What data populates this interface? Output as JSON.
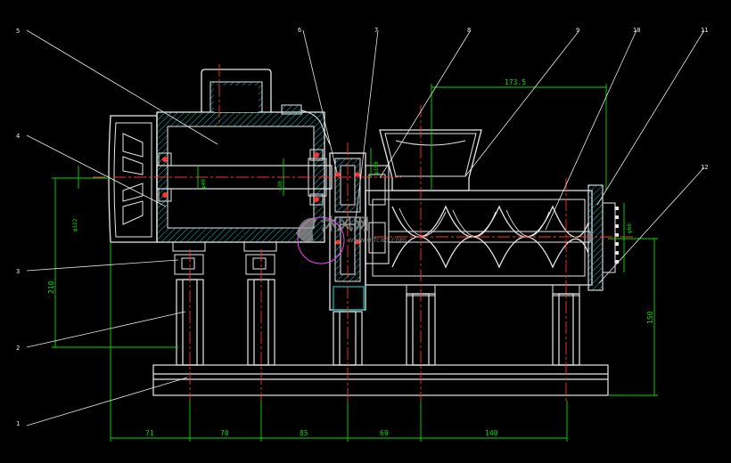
{
  "drawing": {
    "background": "#000000",
    "colors": {
      "outline": "#e8e8e8",
      "dimension": "#00e000",
      "centerline": "#ff3030",
      "hatch": "#00c8c8",
      "accent": "#ff40ff"
    },
    "part_numbers": [
      "1",
      "2",
      "3",
      "4",
      "5",
      "6",
      "7",
      "8",
      "9",
      "10",
      "11",
      "12"
    ],
    "dimensions": {
      "top_width": "173.5",
      "left_height": "210",
      "right_height": "150",
      "bottom": [
        "71",
        "70",
        "85",
        "69",
        "140"
      ]
    },
    "small_labels": {
      "shaft_left": "φ40",
      "shaft_mid": "φ30",
      "pulley_dia": "φ100",
      "gear_dia": "φ60",
      "motor_dia": "φ122"
    },
    "watermark": {
      "brand": "沐风网",
      "url": "www.mfcad.com"
    }
  }
}
